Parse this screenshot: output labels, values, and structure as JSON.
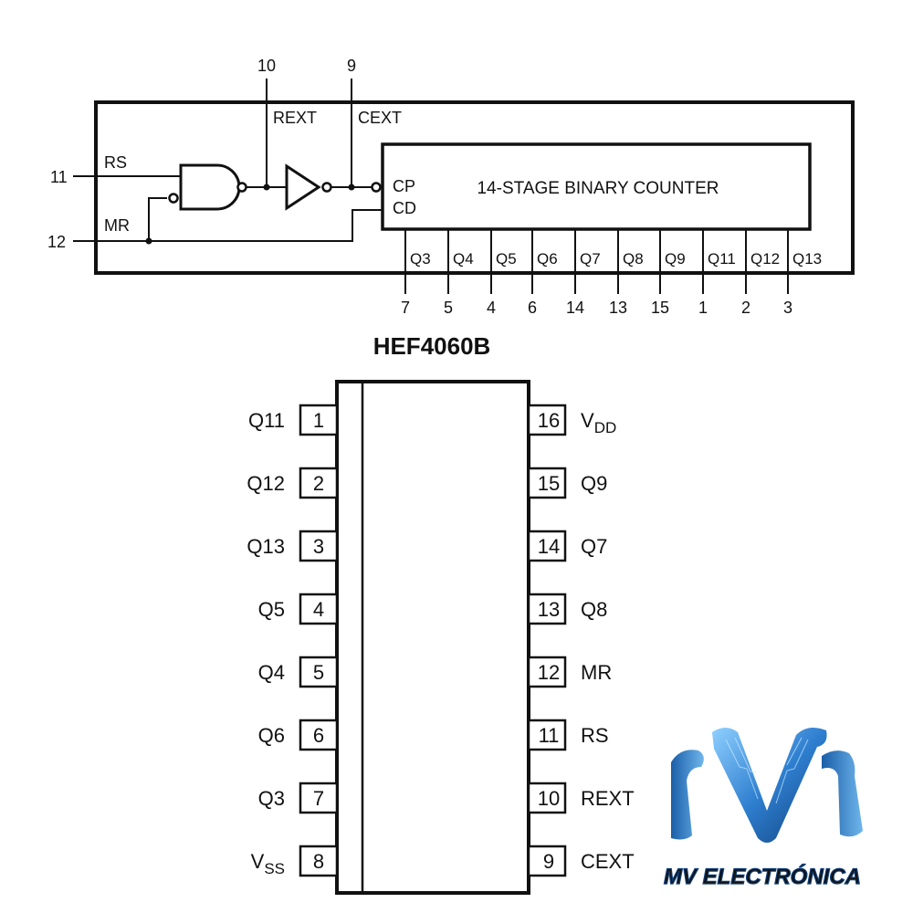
{
  "logic_diagram": {
    "counter_title": "14-STAGE BINARY COUNTER",
    "inputs": [
      {
        "pin": "11",
        "label": "RS"
      },
      {
        "pin": "12",
        "label": "MR"
      }
    ],
    "top_pins": [
      {
        "pin": "10",
        "label": "REXT"
      },
      {
        "pin": "9",
        "label": "CEXT"
      }
    ],
    "counter_inputs": [
      "CP",
      "CD"
    ],
    "outputs": [
      {
        "label": "Q3",
        "pin": "7"
      },
      {
        "label": "Q4",
        "pin": "5"
      },
      {
        "label": "Q5",
        "pin": "4"
      },
      {
        "label": "Q6",
        "pin": "6"
      },
      {
        "label": "Q7",
        "pin": "14"
      },
      {
        "label": "Q8",
        "pin": "13"
      },
      {
        "label": "Q9",
        "pin": "15"
      },
      {
        "label": "Q11",
        "pin": "1"
      },
      {
        "label": "Q12",
        "pin": "2"
      },
      {
        "label": "Q13",
        "pin": "3"
      }
    ]
  },
  "chip": {
    "name": "HEF4060B",
    "left_pins": [
      {
        "num": "1",
        "label": "Q11",
        "sub": ""
      },
      {
        "num": "2",
        "label": "Q12",
        "sub": ""
      },
      {
        "num": "3",
        "label": "Q13",
        "sub": ""
      },
      {
        "num": "4",
        "label": "Q5",
        "sub": ""
      },
      {
        "num": "5",
        "label": "Q4",
        "sub": ""
      },
      {
        "num": "6",
        "label": "Q6",
        "sub": ""
      },
      {
        "num": "7",
        "label": "Q3",
        "sub": ""
      },
      {
        "num": "8",
        "label": "V",
        "sub": "SS"
      }
    ],
    "right_pins": [
      {
        "num": "16",
        "label": "V",
        "sub": "DD"
      },
      {
        "num": "15",
        "label": "Q9",
        "sub": ""
      },
      {
        "num": "14",
        "label": "Q7",
        "sub": ""
      },
      {
        "num": "13",
        "label": "Q8",
        "sub": ""
      },
      {
        "num": "12",
        "label": "MR",
        "sub": ""
      },
      {
        "num": "11",
        "label": "RS",
        "sub": ""
      },
      {
        "num": "10",
        "label": "REXT",
        "sub": ""
      },
      {
        "num": "9",
        "label": "CEXT",
        "sub": ""
      }
    ]
  },
  "logo": {
    "text": "MV ELECTRÓNICA",
    "colors": {
      "primary": "#2f7fd0",
      "light": "#6fb6ec",
      "dark": "#0e3f7a"
    }
  }
}
